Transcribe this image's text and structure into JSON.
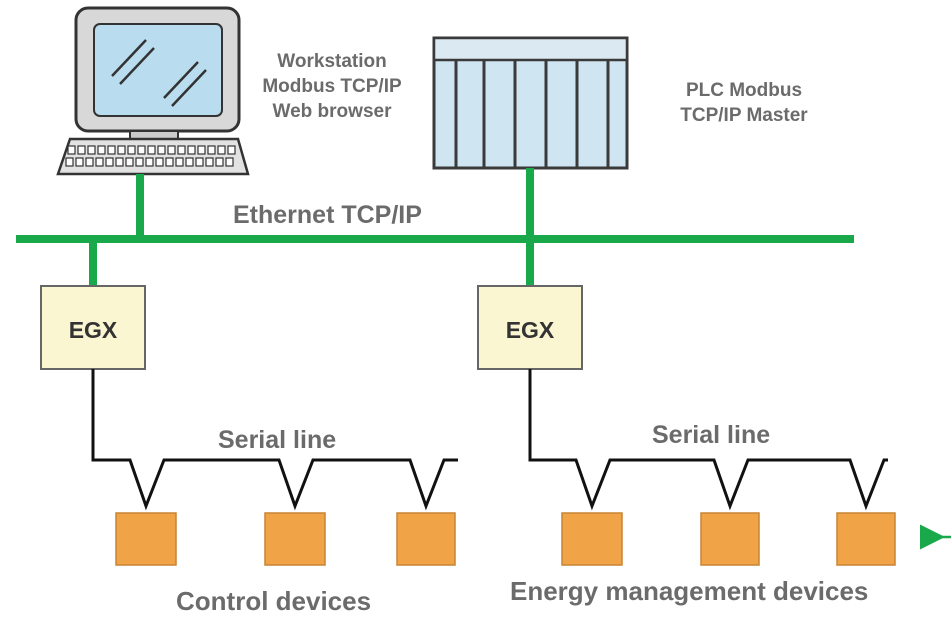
{
  "colors": {
    "network_line": "#19a84a",
    "serial_line": "#111111",
    "device_fill": "#f0a447",
    "device_stroke": "#c98332",
    "gateway_fill": "#fbf6d2",
    "gateway_stroke": "#666666",
    "plc_fill": "#cfe6f2",
    "plc_stroke": "#3a3a3a",
    "label_text": "#6b6b6b",
    "arrow": "#19a84a"
  },
  "workstation": {
    "icon": "computer-icon",
    "label_lines": [
      "Workstation",
      "Modbus TCP/IP",
      "Web browser"
    ]
  },
  "plc": {
    "icon": "plc-rack-icon",
    "label_lines": [
      "PLC Modbus",
      "TCP/IP Master"
    ]
  },
  "network": {
    "label": "Ethernet TCP/IP"
  },
  "gateways": [
    {
      "label": "EGX"
    },
    {
      "label": "EGX"
    }
  ],
  "serial_lines": [
    {
      "label": "Serial line"
    },
    {
      "label": "Serial line"
    }
  ],
  "device_groups": [
    {
      "label": "Control devices",
      "device_count": 3
    },
    {
      "label": "Energy management devices",
      "device_count": 3
    }
  ]
}
